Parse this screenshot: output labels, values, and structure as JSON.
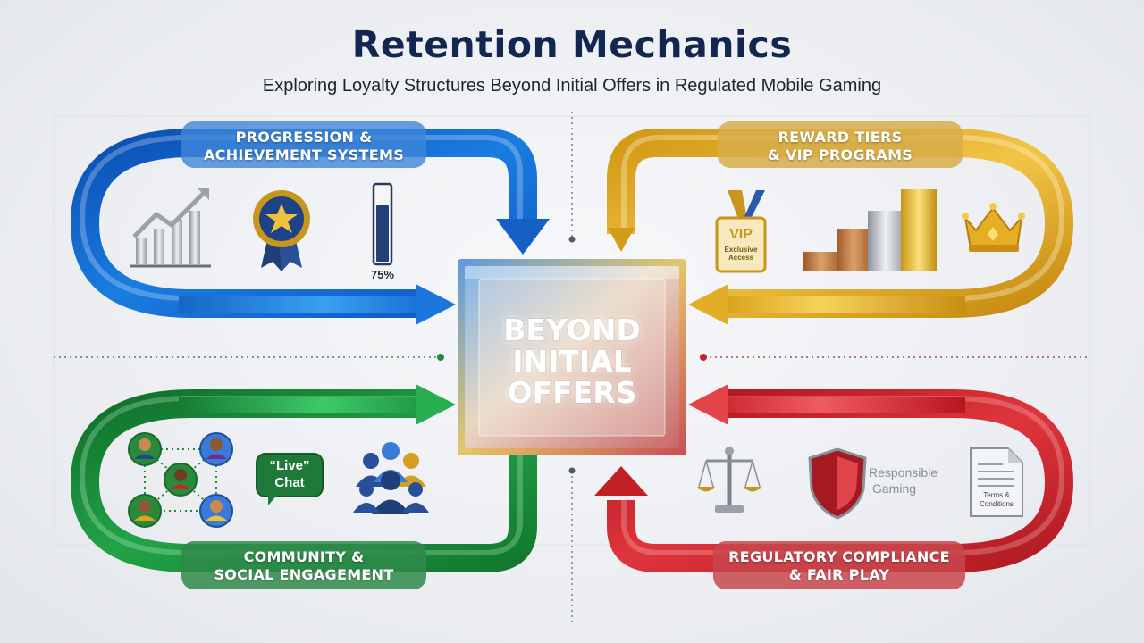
{
  "header": {
    "title": "Retention Mechanics",
    "subtitle": "Exploring Loyalty Structures Beyond Initial Offers in Regulated Mobile Gaming"
  },
  "center": {
    "lines": [
      "BEYOND",
      "INITIAL",
      "OFFERS"
    ]
  },
  "quadrants": {
    "progression": {
      "label_lines": [
        "PROGRESSION &",
        "ACHIEVEMENT SYSTEMS"
      ],
      "progress_value": "75%",
      "progress_fraction": 0.75,
      "color": "#1566c8"
    },
    "rewards": {
      "label_lines": [
        "REWARD TIERS",
        "& VIP PROGRAMS"
      ],
      "vip_text": "VIP",
      "vip_sub_lines": [
        "Exclusive",
        "Access"
      ],
      "color": "#d6a21e"
    },
    "community": {
      "label_lines": [
        "COMMUNITY &",
        "SOCIAL ENGAGEMENT"
      ],
      "chat_lines": [
        "“Live”",
        "Chat"
      ],
      "color": "#1c8a3a"
    },
    "compliance": {
      "label_lines": [
        "REGULATORY COMPLIANCE",
        "& FAIR PLAY"
      ],
      "responsible_lines": [
        "Responsible",
        "Gaming"
      ],
      "terms_lines": [
        "Terms &",
        "Conditions"
      ],
      "color": "#c8232b"
    }
  }
}
